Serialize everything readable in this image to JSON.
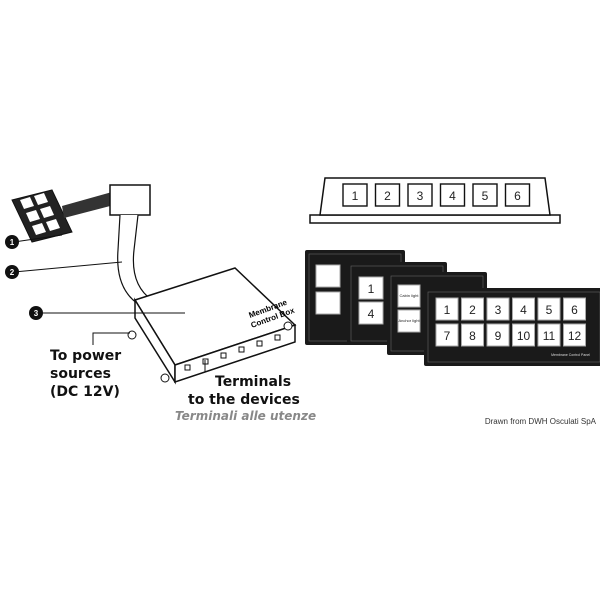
{
  "callouts": [
    "1",
    "2",
    "3"
  ],
  "labels": {
    "power_line1": "To power",
    "power_line2": "sources",
    "power_line3": "(DC 12V)",
    "terminals_line1": "Terminals",
    "terminals_line2": "to the devices",
    "terminals_italian": "Terminali alle utenze",
    "credit": "Drawn from DWH Osculati SpA"
  },
  "control_box": {
    "label_line1": "Membrane",
    "label_line2": "Control Box"
  },
  "top_strip": {
    "buttons": [
      "1",
      "2",
      "3",
      "4",
      "5",
      "6"
    ]
  },
  "panels": {
    "panel_2": {
      "buttons": [
        "",
        ""
      ]
    },
    "panel_4": {
      "buttons": [
        "1",
        "4"
      ]
    },
    "panel_lights": {
      "buttons": [
        "Cabin light",
        "Anchor light"
      ]
    },
    "panel_12": {
      "buttons": [
        "1",
        "2",
        "3",
        "4",
        "5",
        "6",
        "7",
        "8",
        "9",
        "10",
        "11",
        "12"
      ],
      "caption": "Membrane Control Panel"
    }
  },
  "colors": {
    "panel": "#1a1a1a",
    "line": "#111111",
    "italic_text": "#888888"
  }
}
